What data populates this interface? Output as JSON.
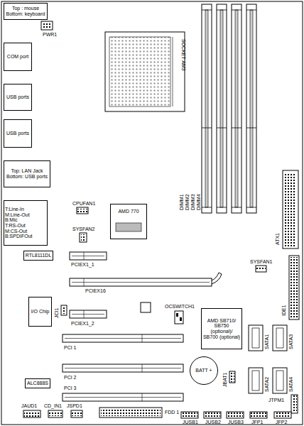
{
  "diagram": {
    "nodes": [
      {
        "text": [
          "Top : mouse Bottom: keyboard"
        ]
      },
      {
        "text": [
          "COM port"
        ]
      },
      {
        "text": [
          "USB ports"
        ]
      },
      {
        "text": [
          "USB ports"
        ]
      },
      {
        "text": [
          "Top: LAN Jack Bottom: USB ports"
        ]
      },
      {
        "text": [
          "T:Line-In M:Line-Out B:Mic T:RS-Out M:CS-Out B:SPDIFOut"
        ]
      },
      {
        "text": [
          "AMD 770"
        ]
      },
      {
        "text": [
          "RTL8111DL"
        ]
      },
      {
        "text": [
          "I/O Chip"
        ]
      },
      {
        "text": [
          "AMD SB710/ SB750 (optional)/ SB700 (optional)"
        ]
      },
      {
        "text": [
          "ALC888S"
        ]
      },
      {
        "text": [
          "BATT +"
        ]
      }
    ],
    "labels": [
      "PWR1",
      "SOCKET AM3",
      "DIMM1",
      "DIMM2",
      "DIMM3",
      "DIMM4",
      "CPUFAN1",
      "SYSFAN2",
      "ATX1",
      "PCIEX1_1",
      "SYSFAN1",
      "PCIEX16",
      "JCI1",
      "OCSWITCH1",
      "IDE1",
      "PCIEX1_2",
      "PCI 1",
      "SATA1",
      "SATA3",
      "PCI 2",
      "JBAT1",
      "SATA2",
      "SATA4",
      "PCI 3",
      "JTPM1",
      "JAUD1",
      "CD_IN1",
      "JSPD1",
      "FDD 1",
      "JUSB1",
      "JUSB2",
      "JUSB3",
      "JFP1",
      "JFP2"
    ]
  }
}
